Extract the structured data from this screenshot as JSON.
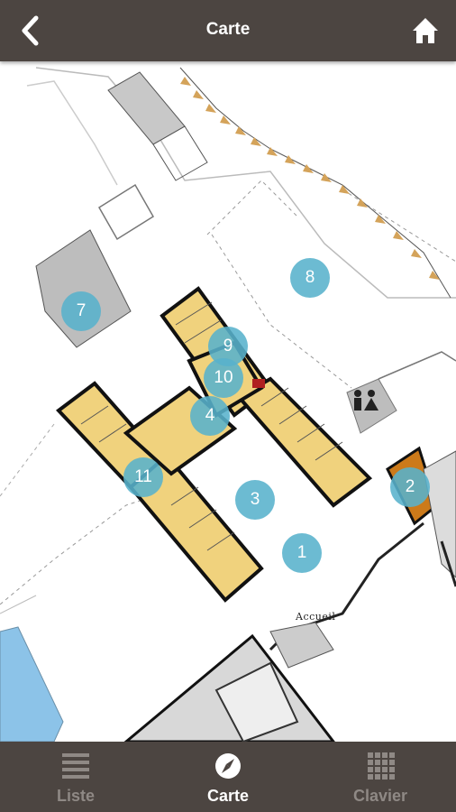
{
  "header": {
    "title": "Carte"
  },
  "map": {
    "label_accueil": "Accueil",
    "markers": [
      {
        "label": "1"
      },
      {
        "label": "2"
      },
      {
        "label": "3"
      },
      {
        "label": "4"
      },
      {
        "label": "7"
      },
      {
        "label": "8"
      },
      {
        "label": "9"
      },
      {
        "label": "10"
      },
      {
        "label": "11"
      }
    ]
  },
  "tabs": [
    {
      "label": "Liste",
      "icon": "list-icon",
      "active": false
    },
    {
      "label": "Carte",
      "icon": "compass-icon",
      "active": true
    },
    {
      "label": "Clavier",
      "icon": "keypad-icon",
      "active": false
    }
  ],
  "colors": {
    "bar": "#4c4541",
    "marker": "#58b2cc",
    "building": "#f0d27d",
    "active_tab": "#ffffff",
    "inactive_tab": "#8f8985"
  }
}
